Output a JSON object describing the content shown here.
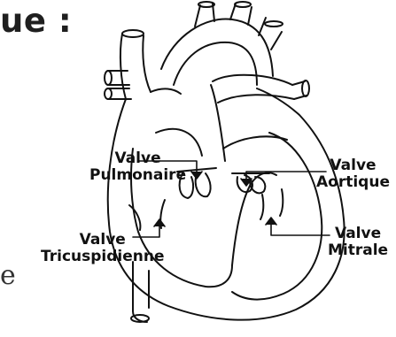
{
  "page": {
    "title_fragment": "ue :",
    "stray_fragment": "e"
  },
  "labels": {
    "pulmonary": [
      "Valve",
      "Pulmonaire"
    ],
    "aortic": [
      "Valve",
      "Aortique"
    ],
    "tricuspid": [
      "Valve",
      "Tricuspidienne"
    ],
    "mitral": [
      "Valve",
      "Mitrale"
    ]
  },
  "colors": {
    "ink": "#111111",
    "background": "#ffffff"
  }
}
